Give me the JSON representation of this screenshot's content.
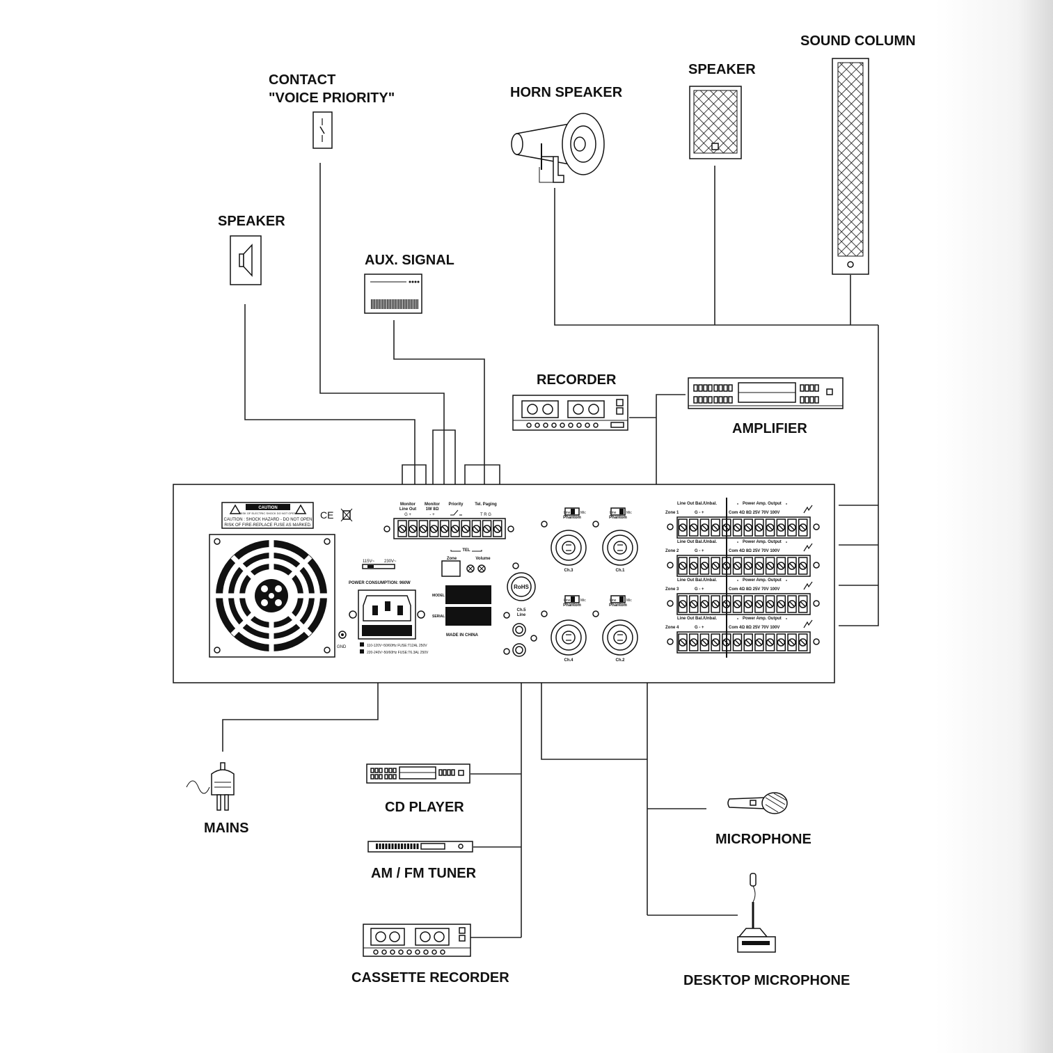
{
  "labels": {
    "sound_column": "SOUND COLUMN",
    "speaker_top": "SPEAKER",
    "horn_speaker": "HORN SPEAKER",
    "contact_line1": "CONTACT",
    "contact_line2": "\"VOICE PRIORITY\"",
    "speaker_left": "SPEAKER",
    "aux_signal": "AUX. SIGNAL",
    "recorder": "RECORDER",
    "amplifier": "AMPLIFIER",
    "mains": "MAINS",
    "cd_player": "CD PLAYER",
    "am_fm_tuner": "AM / FM TUNER",
    "cassette_recorder": "CASSETTE RECORDER",
    "microphone": "MICROPHONE",
    "desktop_microphone": "DESKTOP MICROPHONE"
  },
  "panel": {
    "caution_title": "CAUTION",
    "caution_sub": "RISK OF ELECTRIC SHOCK DO NOT OPEN",
    "caution_line1": "CAUTION : SHOCK HAZARD - DO NOT OPEN",
    "caution_line2": "RISK OF FIRE-REPLACE FUSE AS MARKED.",
    "ce": "CE",
    "v115": "115V~",
    "v230": "230V~",
    "power_consumption": "POWER CONSUMPTION: 960W",
    "fuse1": "110-120V~50/60Hz FUSE:T12AL 250V",
    "fuse2": "220-240V~50/60Hz FUSE:T6.3AL 250V",
    "gnd": "GND",
    "monitor_line_out_1": "Monitor",
    "monitor_line_out_2": "Line Out",
    "monitor_line_out_3": "G   +",
    "monitor_1w_1": "Monitor",
    "monitor_1w_2": "1W 8Ω",
    "monitor_1w_3": "-   +",
    "priority": "Priority",
    "tel_paging": "Tel. Paging",
    "tel_trg": "T   R   G",
    "tel": "TEL",
    "zone": "Zone",
    "volume": "Volume",
    "model": "MODEL",
    "serial": "SERIAL",
    "made_in_china": "MADE IN CHINA",
    "rohs": "RoHS",
    "ch5_1": "Ch.5",
    "ch5_2": "Line",
    "phantom": "Phantom",
    "line": "Line",
    "mic": "Mic",
    "ch1": "Ch.1",
    "ch2": "Ch.2",
    "ch3": "Ch.3",
    "ch4": "Ch.4",
    "line_out_bal": "Line Out Bal./Unbal.",
    "power_amp_output": "Power Amp. Output",
    "zone_terms": "G    -    +",
    "amp_terms": "Com  4Ω   8Ω   25V  70V  100V",
    "zones": [
      "Zone 1",
      "Zone 2",
      "Zone 3",
      "Zone 4"
    ]
  },
  "colors": {
    "ink": "#111111",
    "paper": "#ffffff",
    "page_edge": "#d9d9d9"
  }
}
